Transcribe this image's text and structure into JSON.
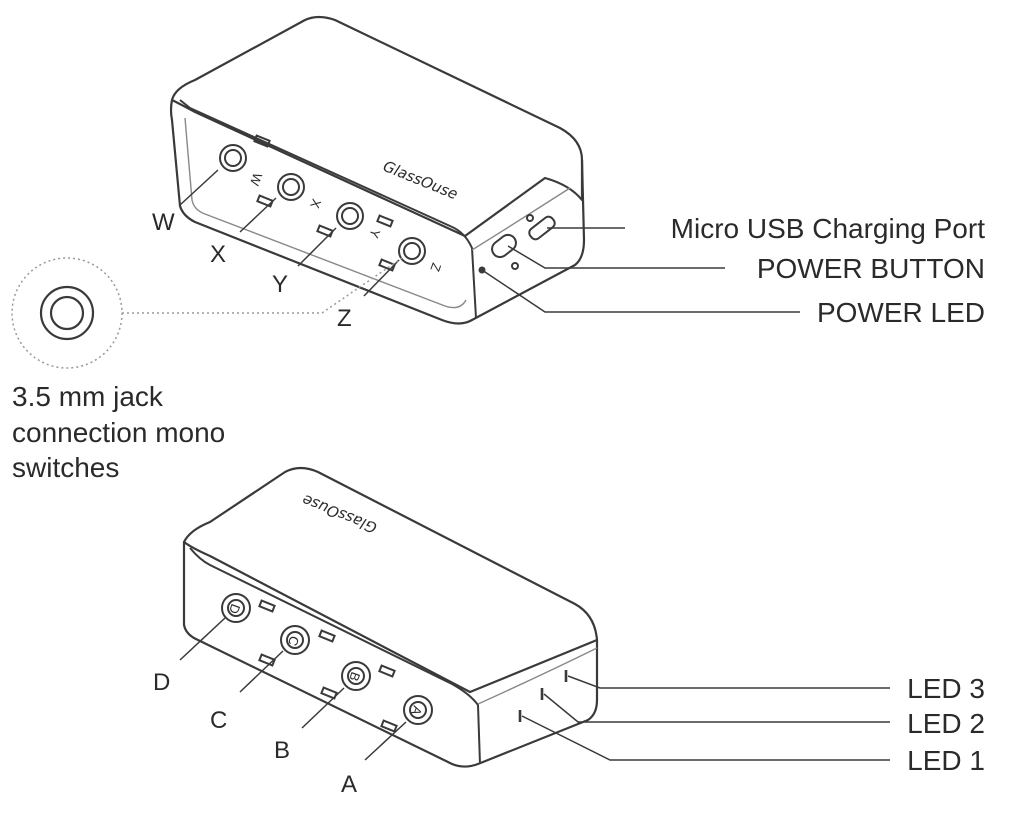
{
  "upper_device": {
    "logo": "GlassOuse",
    "jack_letters": [
      "W",
      "X",
      "Y",
      "Z"
    ],
    "callouts": {
      "usb": "Micro USB Charging Port",
      "power_button": "POWER BUTTON",
      "power_led": "POWER LED"
    },
    "jack_note": [
      "3.5 mm jack",
      "connection mono",
      "switches"
    ]
  },
  "lower_device": {
    "logo": "GlassOuse",
    "button_letters": [
      "D",
      "C",
      "B",
      "A"
    ],
    "led_labels": [
      "LED 3",
      "LED 2",
      "LED 1"
    ]
  }
}
